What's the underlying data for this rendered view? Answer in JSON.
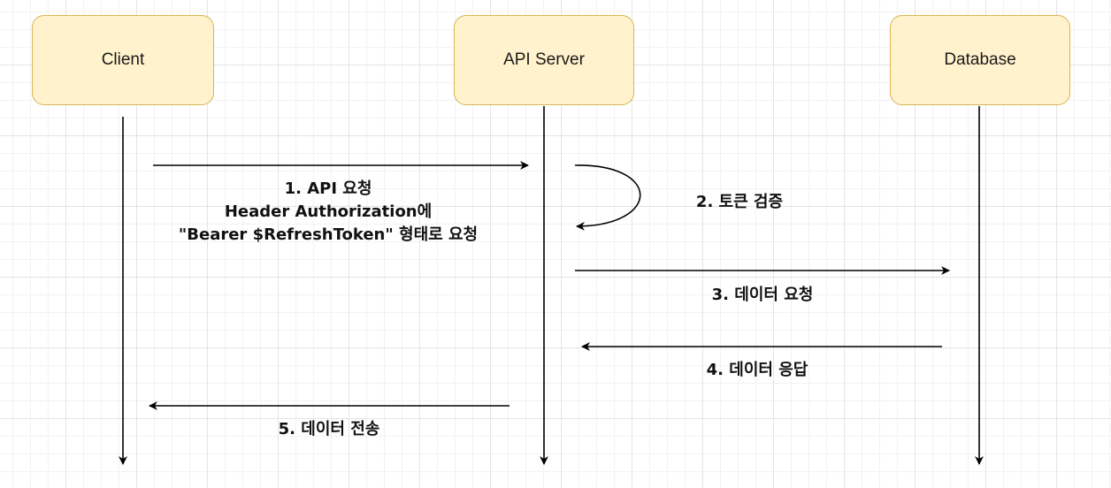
{
  "colors": {
    "actor_fill": "#fff2cc",
    "actor_border": "#d6b656",
    "line": "#000000"
  },
  "actors": [
    {
      "label": "Client"
    },
    {
      "label": "API Server"
    },
    {
      "label": "Database"
    }
  ],
  "messages": [
    {
      "lines": [
        "1. API 요청",
        "Header Authorization에",
        "\"Bearer $RefreshToken\" 형태로 요청"
      ]
    },
    {
      "lines": [
        "2. 토큰 검증"
      ]
    },
    {
      "lines": [
        "3. 데이터 요청"
      ]
    },
    {
      "lines": [
        "4. 데이터 응답"
      ]
    },
    {
      "lines": [
        "5. 데이터 전송"
      ]
    }
  ]
}
